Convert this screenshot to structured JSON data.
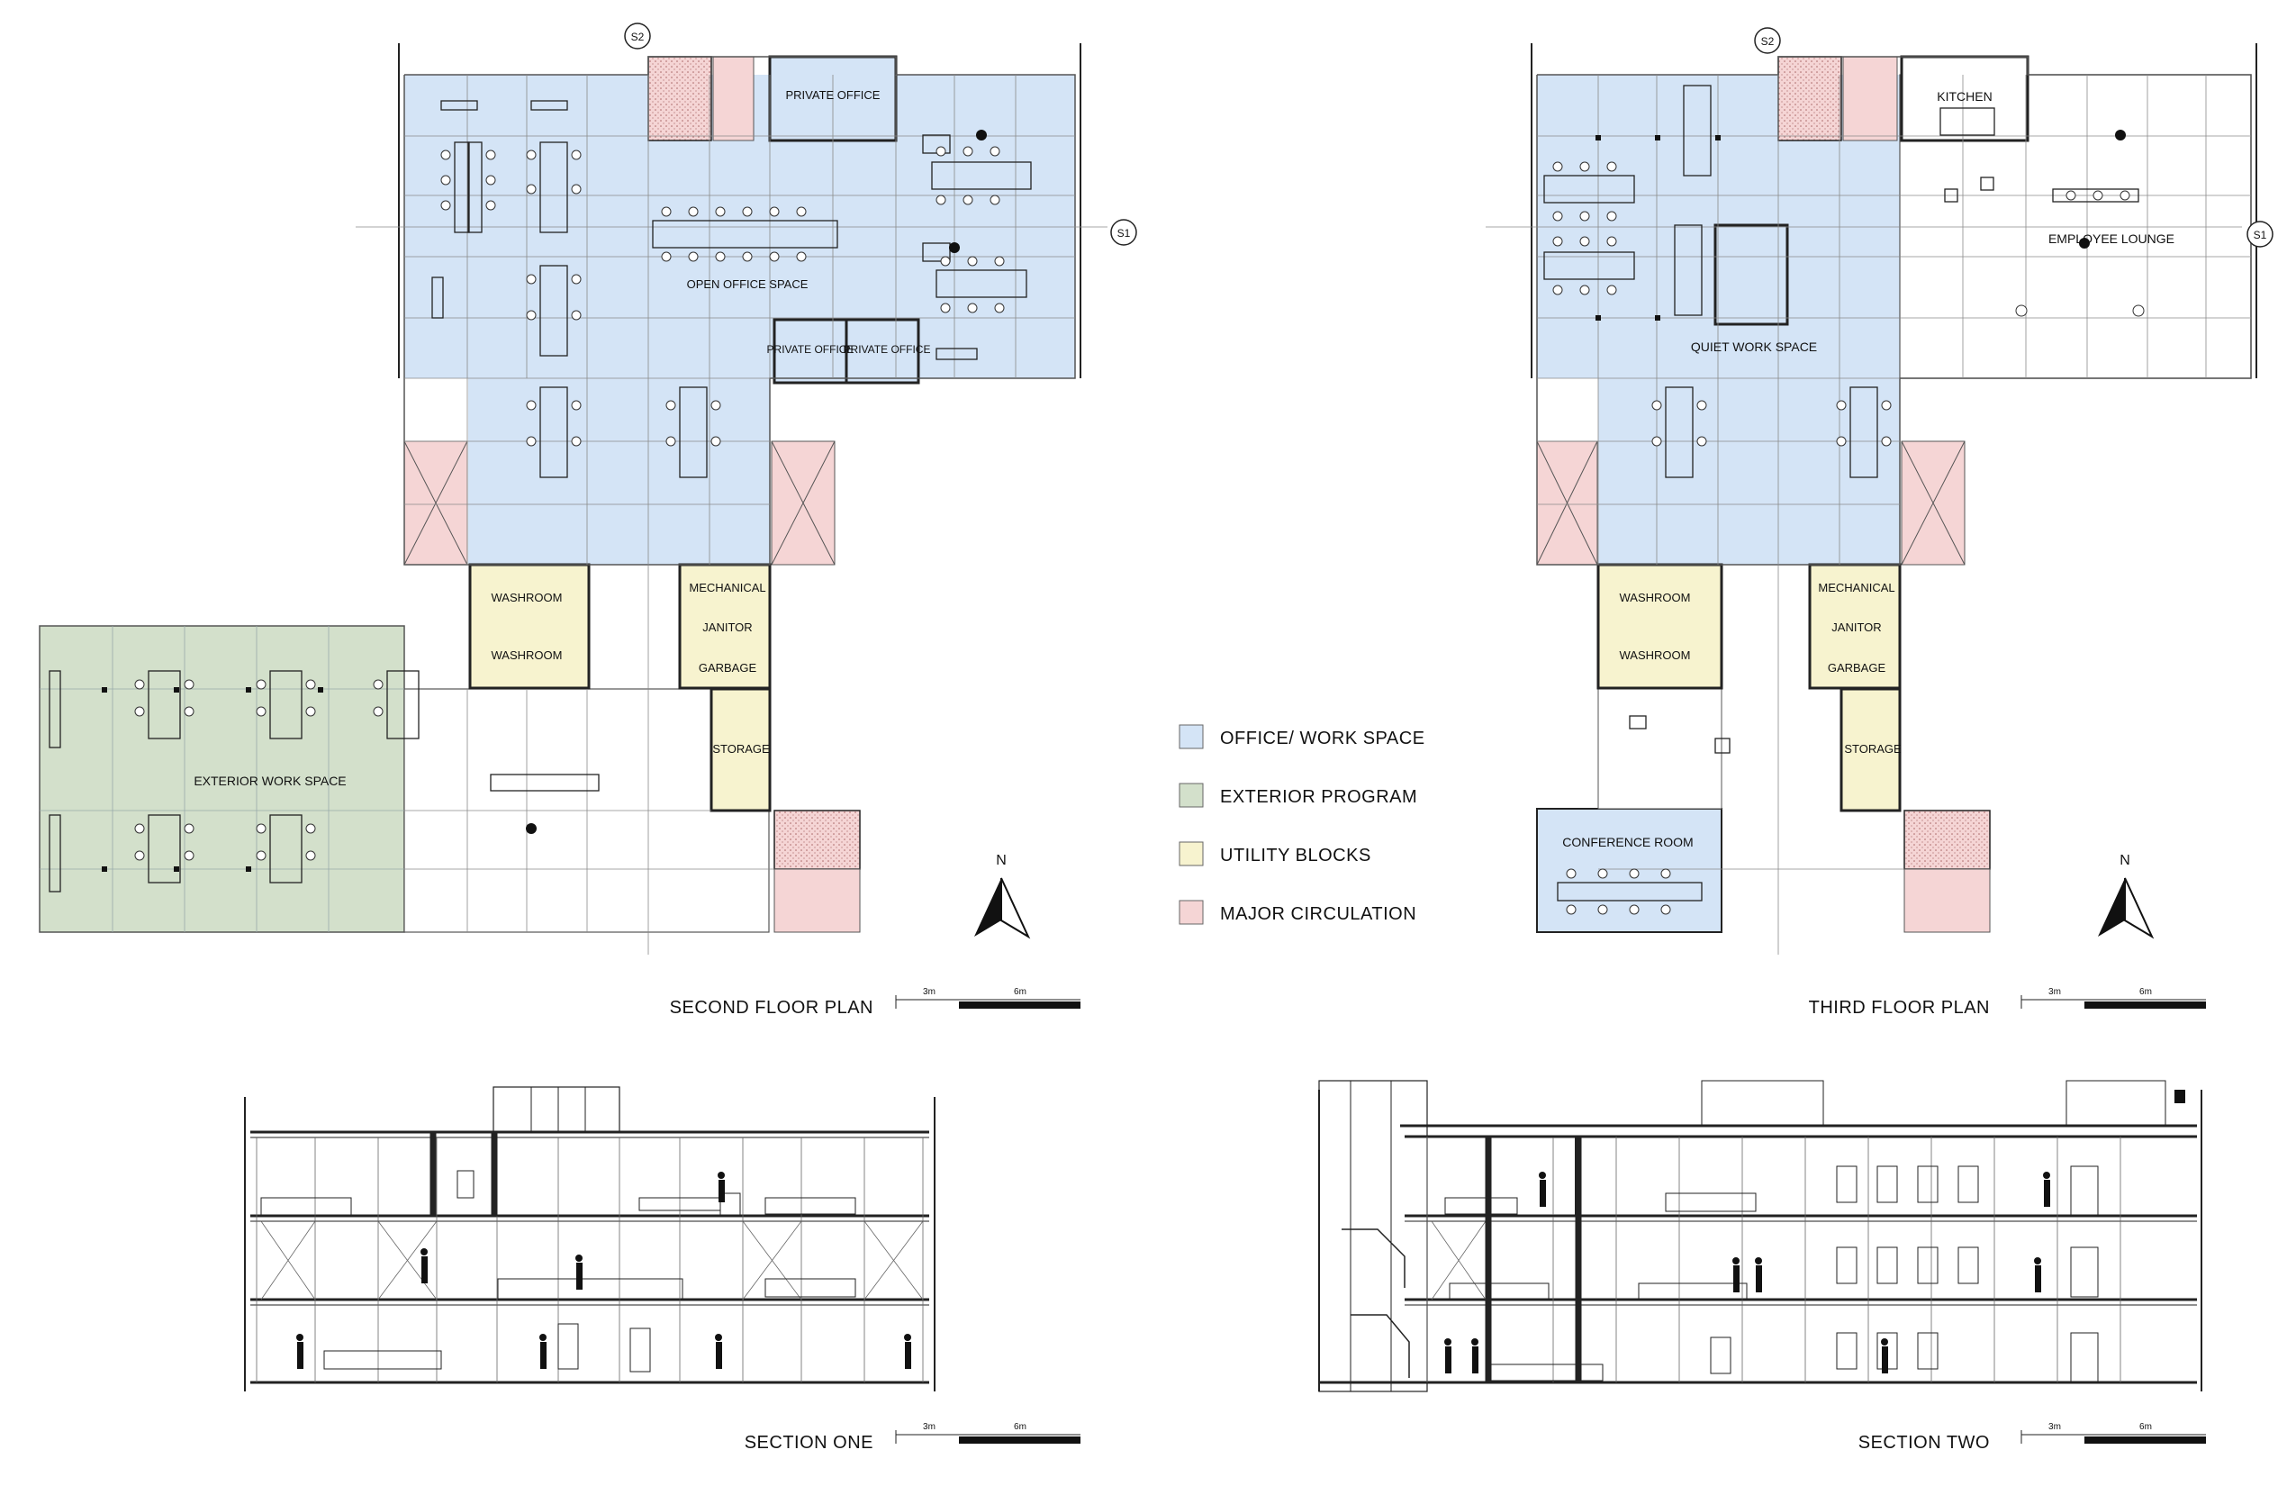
{
  "colors": {
    "office": "#d4e4f6",
    "exterior": "#d3e0cb",
    "utility": "#f7f3cf",
    "circulation": "#f5d5d5",
    "line": "#222222",
    "grid": "#8a8a8a"
  },
  "legend": [
    {
      "label": "OFFICE/ WORK SPACE",
      "color": "#d4e4f6"
    },
    {
      "label": "EXTERIOR PROGRAM",
      "color": "#d3e0cb"
    },
    {
      "label": "UTILITY BLOCKS",
      "color": "#f7f3cf"
    },
    {
      "label": "MAJOR CIRCULATION",
      "color": "#f5d5d5"
    }
  ],
  "second_floor": {
    "title": "SECOND FLOOR PLAN",
    "rooms": {
      "private_office_top": "PRIVATE OFFICE",
      "private_office_left": "PRIVATE OFFICE",
      "private_office_right": "PRIVATE OFFICE",
      "open_office": "OPEN OFFICE SPACE",
      "washroom_1": "WASHROOM",
      "washroom_2": "WASHROOM",
      "mechanical": "MECHANICAL",
      "janitor": "JANITOR",
      "garbage": "GARBAGE",
      "storage": "STORAGE",
      "exterior": "EXTERIOR WORK SPACE"
    },
    "markers": {
      "s1": "S1",
      "s2": "S2"
    }
  },
  "third_floor": {
    "title": "THIRD FLOOR PLAN",
    "rooms": {
      "kitchen": "KITCHEN",
      "lounge": "EMPLOYEE LOUNGE",
      "quiet": "QUIET WORK SPACE",
      "washroom_1": "WASHROOM",
      "washroom_2": "WASHROOM",
      "mechanical": "MECHANICAL",
      "janitor": "JANITOR",
      "garbage": "GARBAGE",
      "storage": "STORAGE",
      "conference": "CONFERENCE ROOM"
    },
    "markers": {
      "s1": "S1",
      "s2": "S2"
    }
  },
  "north_label": "N",
  "scale_bar": {
    "tick_1": "3m",
    "tick_2": "6m"
  },
  "section_one": {
    "title": "SECTION ONE"
  },
  "section_two": {
    "title": "SECTION TWO"
  }
}
